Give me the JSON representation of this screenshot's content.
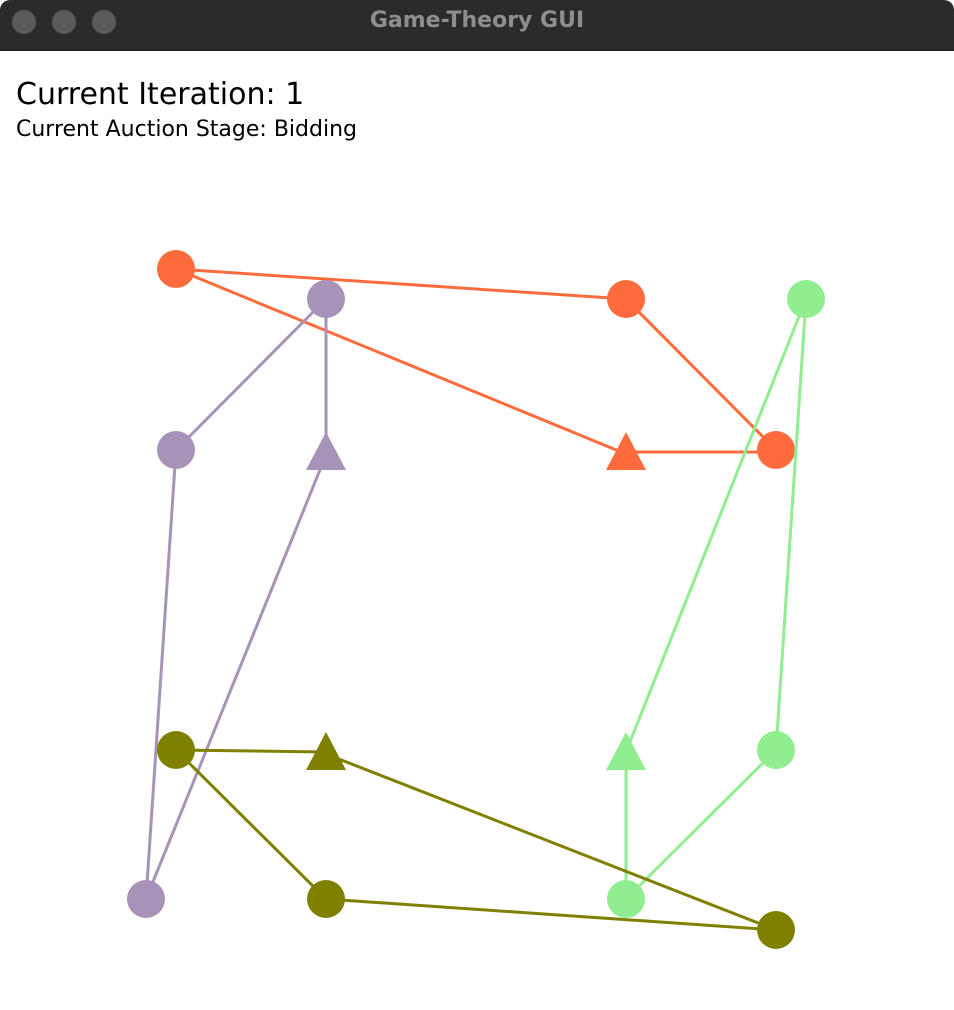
{
  "window": {
    "title": "Game-Theory GUI"
  },
  "status": {
    "iteration_label": "Current Iteration: 1",
    "stage_label": "Current Auction Stage: Bidding"
  },
  "colors": {
    "orange": "#ff6b3d",
    "purple": "#a893b8",
    "green": "#90ee90",
    "olive": "#808000"
  }
}
